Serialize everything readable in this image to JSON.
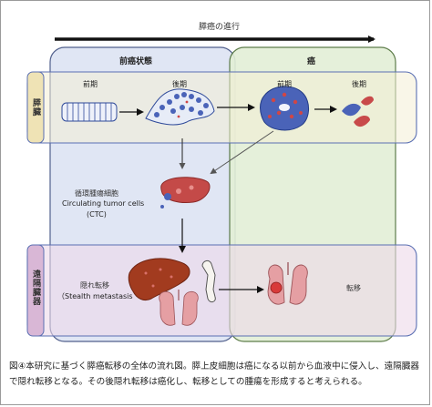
{
  "progress": {
    "label": "膵癌の進行"
  },
  "columns": {
    "precancer": "前癌状態",
    "cancer": "癌"
  },
  "rows": {
    "pancreas": "膵臓",
    "distant": "遠隔臓器"
  },
  "stages": {
    "early_pre": "前期",
    "late_pre": "後期",
    "early_cancer": "前期",
    "late_cancer": "後期"
  },
  "ctc": {
    "jp": "循環腫瘍細胞",
    "en": "Circulating tumor cells",
    "abbr": "(CTC)"
  },
  "stealth": {
    "jp": "隠れ転移",
    "en": "（Stealth metastasis"
  },
  "metastasis": {
    "label": "転移"
  },
  "caption": "図④本研究に基づく膵癌転移の全体の流れ図。膵上皮細胞は癌になる以前から血液中に侵入し、遠隔臓器で隠れ転移となる。その後隠れ転移は癌化し、転移としての腫瘍を形成すると考えられる。",
  "colors": {
    "precancer_fill": "#dde4f3",
    "cancer_fill": "#e3efd6",
    "pancreas_band": "#f4efd6",
    "distant_band": "#ecd9ea",
    "tumor_blue": "#4a63b8",
    "tumor_red": "#d04646",
    "liver": "#a23b1f",
    "lung": "#e59fa3"
  }
}
